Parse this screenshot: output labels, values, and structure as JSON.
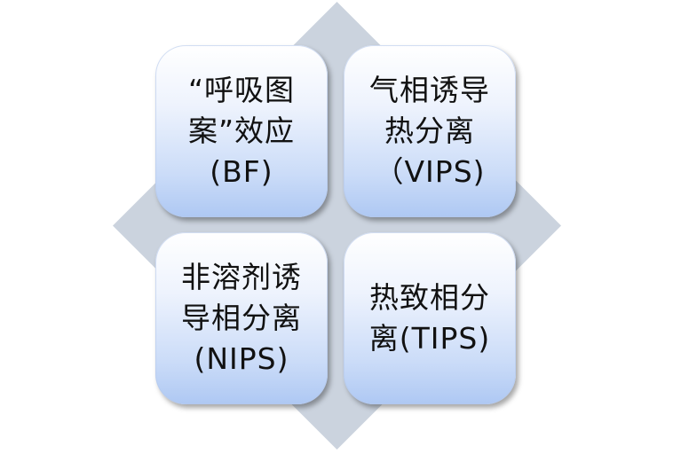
{
  "colors": {
    "diamond_fill": "#cbd3de",
    "tile_top": "#ffffff",
    "tile_bottom": "#aec8f3",
    "text": "#111111"
  },
  "tiles": {
    "top_left": {
      "text": "“呼吸图\n案”效应\n(BF)"
    },
    "top_right": {
      "text": "气相诱导\n热分离\n（VIPS)"
    },
    "bottom_left": {
      "text": "非溶剂诱\n导相分离\n(NIPS)"
    },
    "bottom_right": {
      "text": "热致相分\n离(TIPS)"
    }
  }
}
